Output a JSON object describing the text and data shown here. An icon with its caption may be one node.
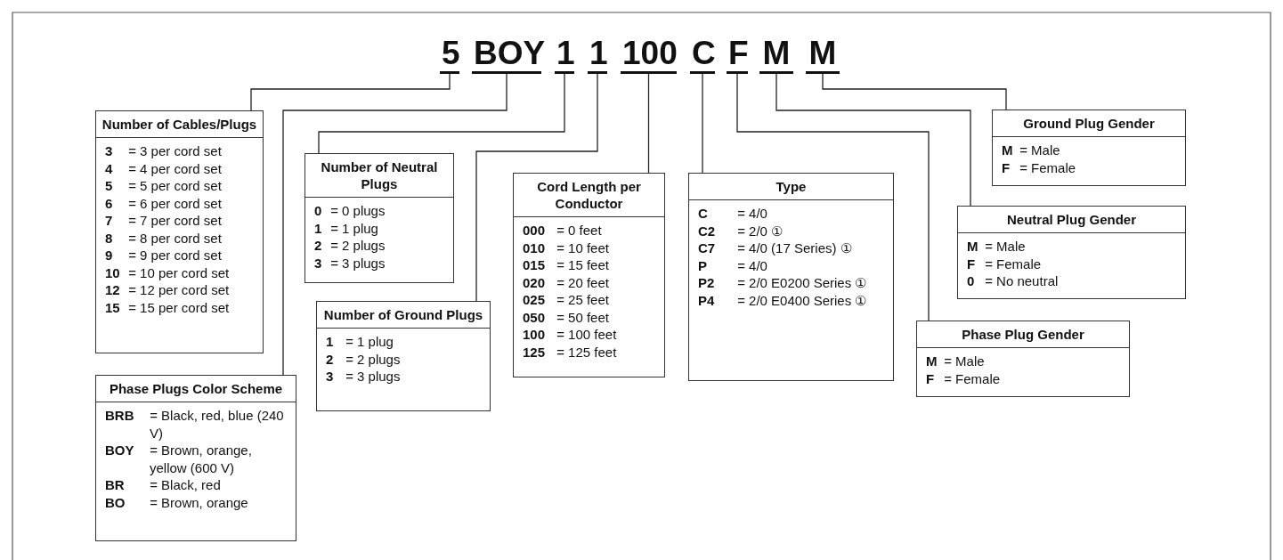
{
  "diagram": {
    "nodes": [
      {
        "text": [
          "5"
        ]
      },
      {
        "text": [
          "BOY"
        ]
      },
      {
        "text": [
          "1"
        ]
      },
      {
        "text": [
          "1"
        ]
      },
      {
        "text": [
          "100"
        ]
      },
      {
        "text": [
          "C"
        ]
      },
      {
        "text": [
          "F"
        ]
      },
      {
        "text": [
          "M"
        ]
      },
      {
        "text": [
          "M"
        ]
      },
      {
        "text": [
          "Number of Cables/Plugs",
          "**3** = 3 per cord set",
          "**4** = 4 per cord set",
          "**5** = 5 per cord set",
          "**6** = 6 per cord set",
          "**7** = 7 per cord set",
          "**8** = 8 per cord set",
          "**9** = 9 per cord set",
          "**10** = 10 per cord set",
          "**12** = 12 per cord set",
          "**15** = 15 per cord set"
        ]
      },
      {
        "text": [
          "Number of Neutral Plugs",
          "**0** = 0 plugs",
          "**1** = 1 plug",
          "**2** = 2 plugs",
          "**3** = 3 plugs"
        ]
      },
      {
        "text": [
          "Cord Length per Conductor",
          "**000** = 0 feet",
          "**010** = 10 feet",
          "**015** = 15 feet",
          "**020** = 20 feet",
          "**025** = 25 feet",
          "**050** = 50 feet",
          "**100** = 100 feet",
          "**125** = 125 feet"
        ]
      },
      {
        "text": [
          "Type",
          "**C** = 4/0",
          "**C2** = 2/0 ①",
          "**C7** = 4/0 (17 Series) ①",
          "**P** = 4/0",
          "**P2** = 2/0 E0200 Series ①",
          "**P4** = 2/0 E0400 Series ①"
        ]
      },
      {
        "text": [
          "Ground Plug Gender",
          "**M** = Male",
          "**F** = Female"
        ]
      },
      {
        "text": [
          "Neutral Plug Gender",
          "**M** = Male",
          "**F** = Female",
          "**0** = No neutral"
        ]
      },
      {
        "text": [
          "Number of Ground Plugs",
          "**1** = 1 plug",
          "**2** = 2 plugs",
          "**3** = 3 plugs"
        ]
      },
      {
        "text": [
          "Phase Plug Gender",
          "**M** = Male",
          "**F** = Female"
        ]
      },
      {
        "text": [
          "Phase Plugs Color Scheme",
          "**BRB** = Black, red, blue (240 V)",
          "**BOY** = Brown, orange, yellow (600 V)",
          "**BR** = Black, red",
          "**BO** = Brown, orange"
        ]
      }
    ],
    "edges": [
      {
        "from": 0,
        "to": 9,
        "arrow": "none"
      },
      {
        "from": 1,
        "to": 17,
        "arrow": "none"
      },
      {
        "from": 2,
        "to": 10,
        "arrow": "none"
      },
      {
        "from": 3,
        "to": 15,
        "arrow": "none"
      },
      {
        "from": 4,
        "to": 11,
        "arrow": "none"
      },
      {
        "from": 5,
        "to": 12,
        "arrow": "none"
      },
      {
        "from": 6,
        "to": 16,
        "arrow": "none"
      },
      {
        "from": 7,
        "to": 14,
        "arrow": "none"
      },
      {
        "from": 8,
        "to": 13,
        "arrow": "none"
      }
    ]
  }
}
